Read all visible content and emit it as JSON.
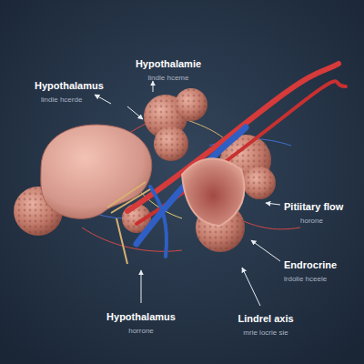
{
  "diagram": {
    "labels": [
      "Hypothalamie",
      "lindle hceme",
      "Hypothalamus",
      "lindie hcerde",
      "Pitiitary flow",
      "horone",
      "Endrocrine",
      "lrdolie hceele",
      "Hypothalamus",
      "horrone",
      "Lindrel axis",
      "mrie locrie sie"
    ]
  }
}
